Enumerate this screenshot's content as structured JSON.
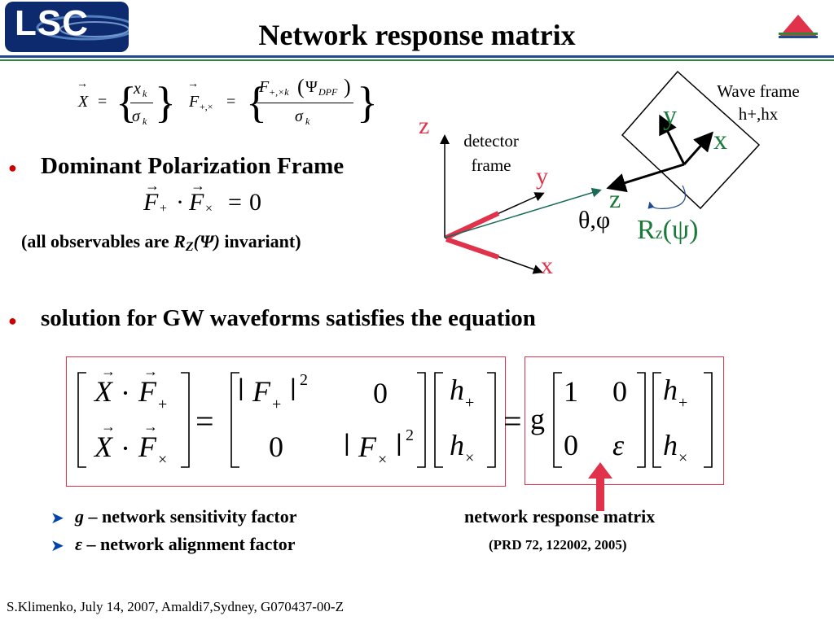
{
  "header": {
    "logo_text": "LSC",
    "title": "Network response matrix"
  },
  "colors": {
    "rule_blue": "#1f4a8f",
    "rule_green": "#2a8a3a",
    "accent_red": "#e0324a",
    "axis_green": "#1a7a3a"
  },
  "top_formula": {
    "X": "X",
    "eq": "=",
    "x_k": "x",
    "x_sub": "k",
    "sigma": "σ",
    "sigma_sub": "k",
    "comma": ",",
    "F": "F",
    "F_sub": "+,×",
    "F_num": "F",
    "F_num_sub": "+,×k",
    "psi": "Ψ",
    "psi_sub": "DPF"
  },
  "bullets": {
    "b1": "Dominant Polarization Frame",
    "b1_formula": {
      "F": "F",
      "plus": "+",
      "dot": "·",
      "times": "×",
      "eq": "=",
      "zero": "0"
    },
    "b1_note_pre": "(all observables are ",
    "b1_note_R": "R",
    "b1_note_Z": "Z",
    "b1_note_psi": "(Ψ)",
    "b1_note_post": " invariant)",
    "b2": "solution for GW waveforms satisfies the equation"
  },
  "diagram": {
    "z": "z",
    "y": "y",
    "x": "x",
    "detector_frame_1": "detector",
    "detector_frame_2": "frame",
    "wave_frame_1": "Wave frame",
    "wave_frame_2": "h+,hx",
    "wave_y": "y",
    "wave_x": "x",
    "z2": "z",
    "theta_phi": "θ,φ",
    "R": "R",
    "R_sub": "z",
    "R_arg": "(ψ)"
  },
  "equation": {
    "X": "X",
    "F": "F",
    "dot": "·",
    "plus": "+",
    "times": "×",
    "eq": "=",
    "bar": "|",
    "sq": "2",
    "zero": "0",
    "h": "h",
    "g": "g",
    "one": "1",
    "eps": "ε"
  },
  "notes": {
    "g_sym": "g",
    "g_text": " – network sensitivity factor",
    "eps_sym": "ε",
    "eps_text": " – network alignment factor",
    "nrm": "network response matrix",
    "ref": "(PRD 72, 122002, 2005)"
  },
  "footer": "S.Klimenko, July 14, 2007, Amaldi7,Sydney, G070437-00-Z"
}
